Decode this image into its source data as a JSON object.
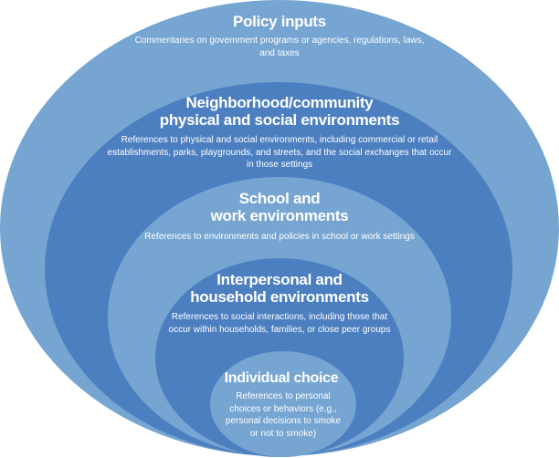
{
  "diagram": {
    "type": "nested-ellipses",
    "colors": {
      "light": "#76a5d2",
      "dark": "#4c7fc0",
      "text": "#ffffff",
      "background": "#ffffff"
    },
    "layers": [
      {
        "title": "Policy inputs",
        "description": "Commentaries on government programs or agencies, regulations, laws, and taxes",
        "shade": "light"
      },
      {
        "title": "Neighborhood/community physical and social environments",
        "title_lines": [
          "Neighborhood/community",
          "physical and social environments"
        ],
        "description": "References to physical and social environments, including commercial or retail establishments, parks, playgrounds, and streets, and the social exchanges that occur in those settings",
        "shade": "dark"
      },
      {
        "title": "School and work environments",
        "title_lines": [
          "School and",
          "work environments"
        ],
        "description": "References to environments and policies in school or work settings",
        "shade": "light"
      },
      {
        "title": "Interpersonal and household environments",
        "title_lines": [
          "Interpersonal and",
          "household environments"
        ],
        "description": "References to social interactions, including those that occur within households, families, or close peer groups",
        "shade": "dark"
      },
      {
        "title": "Individual choice",
        "description": "References to personal choices or behaviors (e.g., personal decisions to smoke or not to smoke)",
        "shade": "light"
      }
    ]
  }
}
